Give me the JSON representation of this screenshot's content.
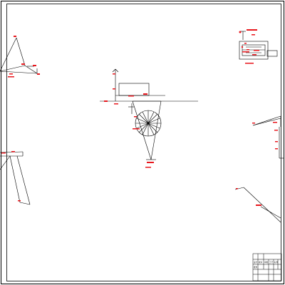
{
  "drawing": {
    "background": "#ffffff",
    "line_color": "#000000",
    "annotation_color": "#e8171d"
  },
  "title_block": {
    "header_cells": [
      "设计",
      "校对",
      "审核",
      "工艺",
      "标准",
      "批准"
    ]
  }
}
